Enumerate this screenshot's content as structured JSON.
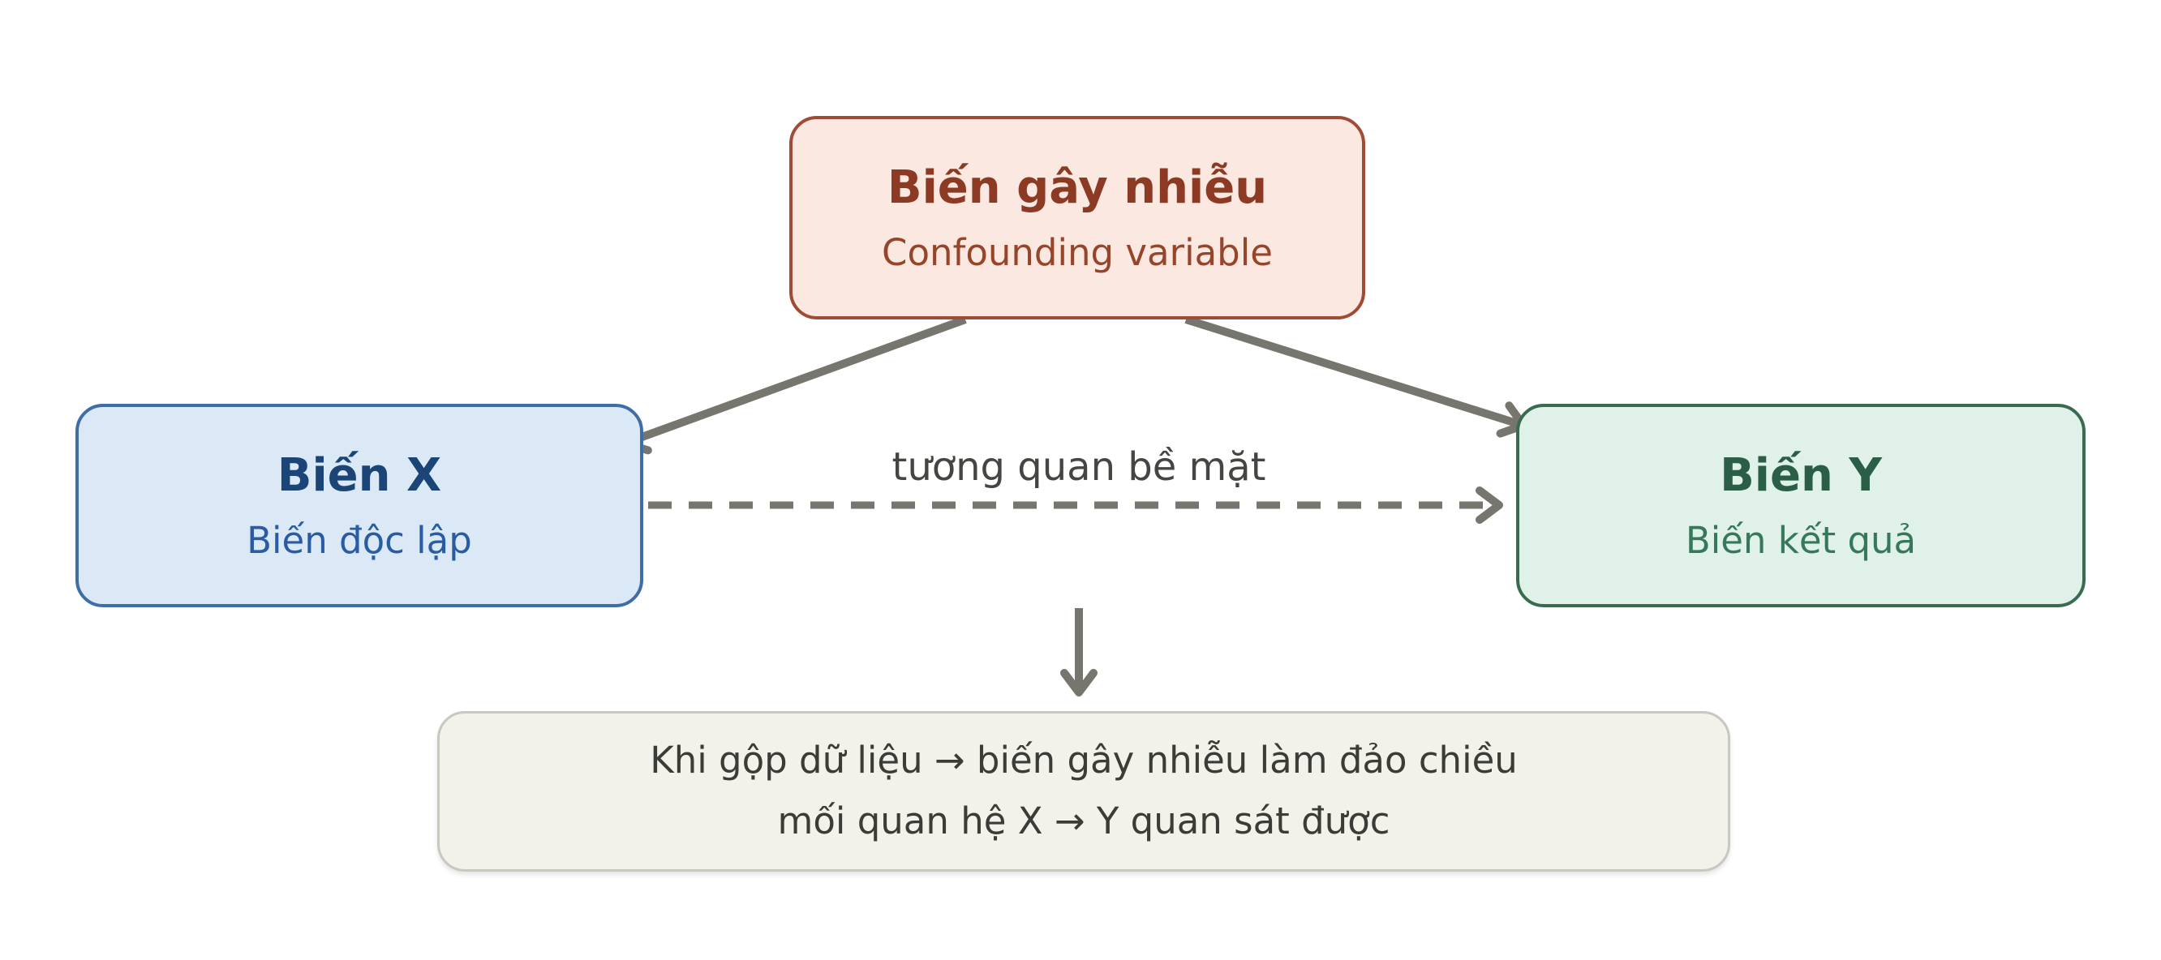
{
  "diagram": {
    "confounder": {
      "title": "Biến gây nhiễu",
      "subtitle": "Confounding variable"
    },
    "var_x": {
      "title": "Biến X",
      "subtitle": "Biến độc lập"
    },
    "var_y": {
      "title": "Biến Y",
      "subtitle": "Biến kết quả"
    },
    "spurious_edge_label": "tương quan bề mặt",
    "note": {
      "line1": "Khi gộp dữ liệu → biến gây nhiễu làm đảo chiều",
      "line2": "mối quan hệ X → Y quan sát được"
    },
    "colors": {
      "confounder_bg": "#FAE8E1",
      "confounder_border": "#A04B33",
      "confounder_text": "#8C3A23",
      "x_bg": "#DBE9F7",
      "x_border": "#3E6EA4",
      "x_title": "#1C4577",
      "x_subtitle": "#2A5CA4",
      "y_bg": "#DFF1E8",
      "y_border": "#3A6B50",
      "y_title": "#2B5E46",
      "y_subtitle": "#36795A",
      "note_bg": "#F2F1EA",
      "note_border": "#C8C8C1",
      "note_text": "#3B3B38",
      "arrow": "#76756E",
      "edge_label_text": "#454542",
      "page_bg": "#FFFFFF"
    }
  }
}
